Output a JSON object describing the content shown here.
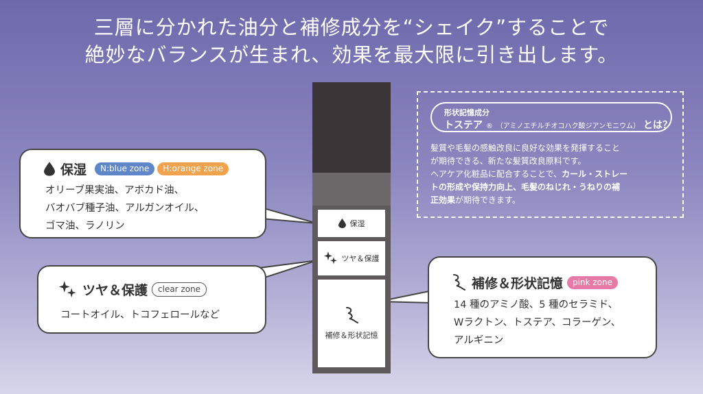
{
  "headline": {
    "line1": "三層に分かれた油分と補修成分を“シェイク”することで",
    "line2": "絶妙なバランスが生まれ、効果を最大限に引き出します。"
  },
  "bottle": {
    "segments": [
      {
        "label": "保湿",
        "icon": "water-drop-icon"
      },
      {
        "label": "ツヤ＆保護",
        "icon": "sparkle-icon"
      },
      {
        "label": "補修＆形状記憶",
        "icon": "curl-icon"
      }
    ]
  },
  "callouts": {
    "moisture": {
      "title": "保湿",
      "tags": [
        "N:blue zone",
        "H:orange zone"
      ],
      "lines": [
        "オリーブ果実油、アボカド油、",
        "バオバブ種子油、アルガンオイル、",
        "ゴマ油、ラノリン"
      ]
    },
    "gloss": {
      "title": "ツヤ＆保護",
      "tags": [
        "clear zone"
      ],
      "lines": [
        "コートオイル、トコフェロールなど"
      ]
    },
    "repair": {
      "title": "補修＆形状記憶",
      "tags": [
        "pink zone"
      ],
      "lines": [
        "14 種のアミノ酸、5 種のセラミド、",
        "Wラクトン、トステア、コラーゲン、",
        "アルギニン"
      ]
    }
  },
  "info": {
    "label": "形状記憶成分",
    "name": "トステア",
    "reg": "®",
    "paren": "（アミノエチルチオコハク酸ジアンモニウム）",
    "question": "とは？",
    "text1": "髪質や毛髪の感触改良に良好な効果を発揮すること",
    "text2": "が期待できる、新たな髪質改良原料です。",
    "text3": "ヘアケア化粧品に配合することで、",
    "text3b": "カール・ストレー",
    "text4": "トの形成や保持力向上、毛髪のねじれ・うねりの補",
    "text5b": "正効果",
    "text5": "が期待できます。"
  },
  "colors": {
    "blue_tag": "#5f86c9",
    "orange_tag": "#f0a24c",
    "pink_tag": "#e87aa7",
    "bottle_cap": "#3b3538",
    "bottle_body": "#5e5a5c"
  }
}
